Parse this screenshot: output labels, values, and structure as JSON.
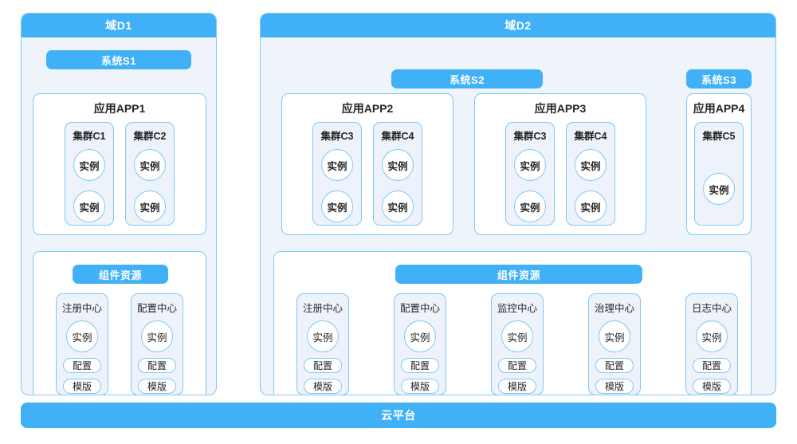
{
  "colors": {
    "accent": "#41b1f7",
    "border": "#7ec8f5",
    "panel_bg": "#eff4fb",
    "box_bg": "#eef3fb",
    "white": "#ffffff",
    "text": "#262626"
  },
  "labels": {
    "instance": "实例",
    "config_pill": "配置",
    "template_pill": "模版",
    "component_resources": "组件资源"
  },
  "domains": [
    {
      "id": "d1",
      "title": "域D1",
      "systems": [
        {
          "id": "s1",
          "title": "系统S1",
          "apps": [
            {
              "id": "app1",
              "title": "应用APP1",
              "clusters": [
                {
                  "title": "集群C1",
                  "instances": [
                    "实例",
                    "实例"
                  ]
                },
                {
                  "title": "集群C2",
                  "instances": [
                    "实例",
                    "实例"
                  ]
                }
              ]
            }
          ]
        }
      ],
      "component_resources": {
        "title": "组件资源",
        "components": [
          {
            "title": "注册中心",
            "instance": "实例",
            "pills": [
              "配置",
              "模版"
            ]
          },
          {
            "title": "配置中心",
            "instance": "实例",
            "pills": [
              "配置",
              "模版"
            ]
          }
        ]
      }
    },
    {
      "id": "d2",
      "title": "域D2",
      "systems": [
        {
          "id": "s2",
          "title": "系统S2",
          "apps": [
            {
              "id": "app2",
              "title": "应用APP2",
              "clusters": [
                {
                  "title": "集群C3",
                  "instances": [
                    "实例",
                    "实例"
                  ]
                },
                {
                  "title": "集群C4",
                  "instances": [
                    "实例",
                    "实例"
                  ]
                }
              ]
            },
            {
              "id": "app3",
              "title": "应用APP3",
              "clusters": [
                {
                  "title": "集群C3",
                  "instances": [
                    "实例",
                    "实例"
                  ]
                },
                {
                  "title": "集群C4",
                  "instances": [
                    "实例",
                    "实例"
                  ]
                }
              ]
            }
          ]
        },
        {
          "id": "s3",
          "title": "系统S3",
          "apps": [
            {
              "id": "app4",
              "title": "应用APP4",
              "clusters": [
                {
                  "title": "集群C5",
                  "instances": [
                    "实例"
                  ]
                }
              ]
            }
          ]
        }
      ],
      "component_resources": {
        "title": "组件资源",
        "components": [
          {
            "title": "注册中心",
            "instance": "实例",
            "pills": [
              "配置",
              "模版"
            ]
          },
          {
            "title": "配置中心",
            "instance": "实例",
            "pills": [
              "配置",
              "模版"
            ]
          },
          {
            "title": "监控中心",
            "instance": "实例",
            "pills": [
              "配置",
              "模版"
            ]
          },
          {
            "title": "治理中心",
            "instance": "实例",
            "pills": [
              "配置",
              "模版"
            ]
          },
          {
            "title": "日志中心",
            "instance": "实例",
            "pills": [
              "配置",
              "模版"
            ]
          }
        ]
      }
    }
  ],
  "platform": {
    "title": "云平台"
  }
}
